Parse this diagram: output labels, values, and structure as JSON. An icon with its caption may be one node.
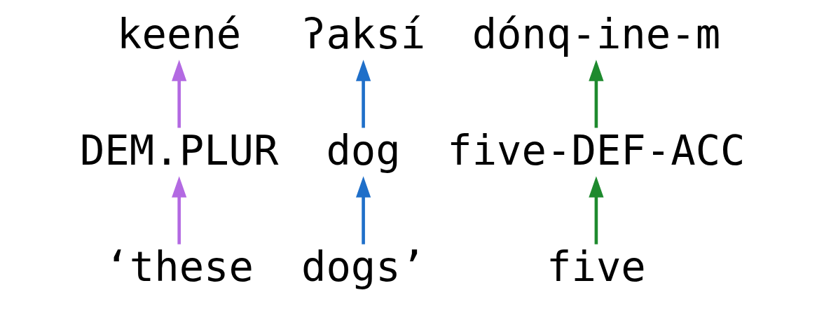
{
  "diagram": {
    "nodes": [
      {
        "text": [
          "keené"
        ]
      },
      {
        "text": [
          "ʔaksí"
        ]
      },
      {
        "text": [
          "dónq-ine-m"
        ]
      },
      {
        "text": [
          "DEM.PLUR"
        ]
      },
      {
        "text": [
          "dog"
        ]
      },
      {
        "text": [
          "five-DEF-ACC"
        ]
      },
      {
        "text": [
          "‘these"
        ]
      },
      {
        "text": [
          "five"
        ]
      },
      {
        "text": [
          "dogs’"
        ]
      }
    ],
    "edges": [
      {
        "from": 3,
        "to": 0,
        "arrow": "to",
        "color": "#b36ae2"
      },
      {
        "from": 4,
        "to": 1,
        "arrow": "to",
        "color": "#1f6fc9"
      },
      {
        "from": 5,
        "to": 2,
        "arrow": "to",
        "color": "#1e8a2e"
      },
      {
        "from": 6,
        "to": 3,
        "arrow": "to",
        "color": "#b36ae2"
      },
      {
        "from": 7,
        "to": 5,
        "arrow": "to",
        "color": "#1e8a2e"
      },
      {
        "from": 8,
        "to": 4,
        "arrow": "to",
        "color": "#1f6fc9"
      }
    ]
  }
}
